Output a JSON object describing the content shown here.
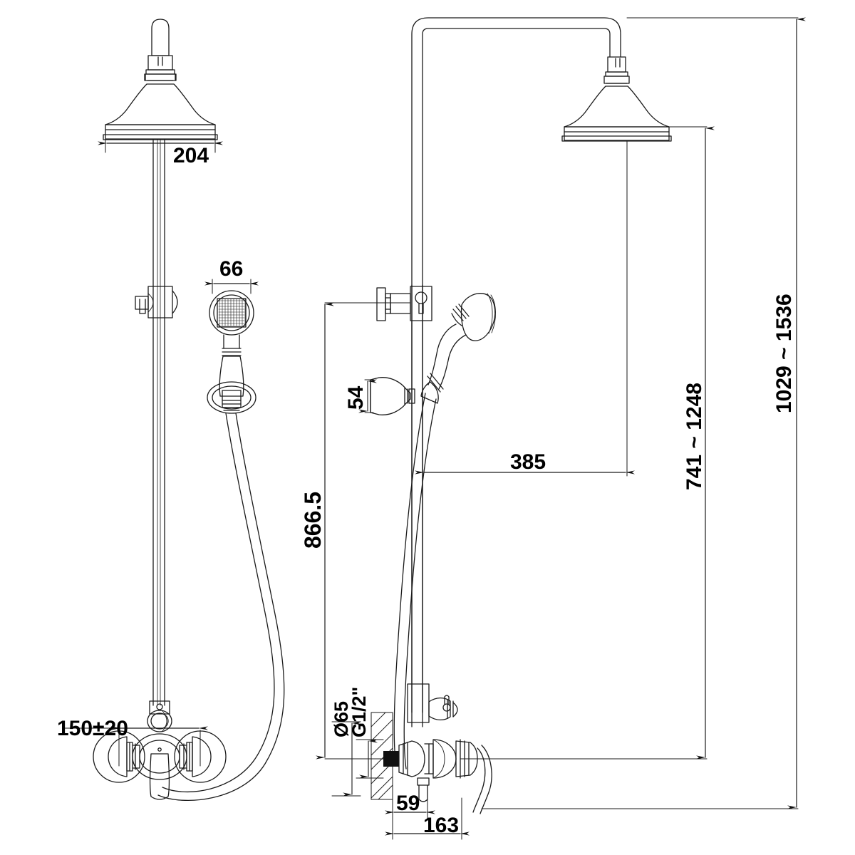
{
  "drawing": {
    "title": "Shower column technical drawing",
    "type": "mechanical-dimension-drawing",
    "line_color": "#1a1a1a",
    "background": "#ffffff",
    "views": [
      {
        "name": "front-elevation",
        "label": ""
      },
      {
        "name": "side-elevation",
        "label": ""
      }
    ]
  },
  "dimensions": {
    "head_diameter": "204",
    "handset_diameter": "66",
    "mixer_centers": "150±20",
    "wall_outlet_height": "54",
    "riser_height": "866.5",
    "head_projection": "385",
    "head_height_range": "741 ~ 1248",
    "overall_height_range": "1029 ~ 1536",
    "wall_flange_diameter": "Ø65",
    "inlet_thread": "G1/2\"",
    "flange_projection": "59",
    "mixer_projection": "163"
  },
  "components": {
    "overhead_shower": "overhead-shower-head",
    "shower_arm": "shower-arm",
    "riser_rail": "riser-rail",
    "diverter": "diverter-bracket",
    "handset": "hand-shower-handset",
    "handset_holder": "handset-holder",
    "hose": "flexible-hose",
    "mixer": "shower-mixer-valve",
    "mixer_lever": "mixer-lever-handle",
    "wall_union_left": "wall-union-left",
    "wall_union_right": "wall-union-right",
    "wall_flange": "wall-flange",
    "wall_section": "wall-hatching"
  }
}
